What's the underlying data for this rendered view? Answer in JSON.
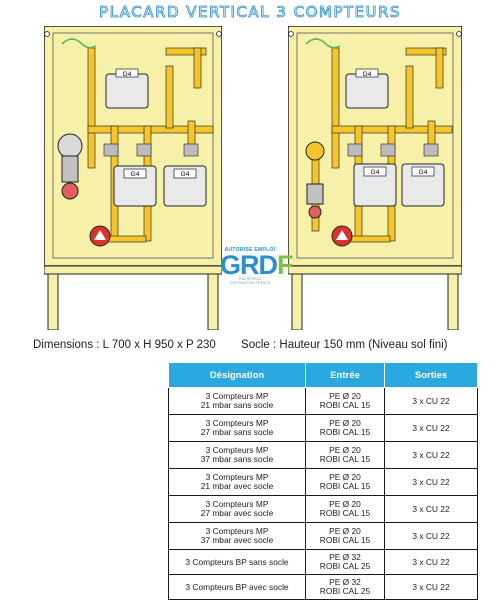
{
  "title": "PLACARD VERTICAL 3 COMPTEURS",
  "meter_label": "G4",
  "logo": {
    "top": "AUTORISE EMPLOI",
    "main_g": "G",
    "main_r": "R",
    "main_d": "D",
    "main_f": "F",
    "sub1": "GAZ RÉSEAU",
    "sub2": "DISTRIBUTION FRANCE"
  },
  "dimensions": {
    "size": "Dimensions : L 700 x H 950 x P 230",
    "socle": "Socle : Hauteur 150 mm (Niveau sol fini)"
  },
  "table": {
    "headers": [
      "Désignation",
      "Entrée",
      "Sorties"
    ],
    "rows": [
      {
        "d1": "3 Compteurs MP",
        "d2": "21 mbar sans socle",
        "e1": "PE Ø 20",
        "e2": "ROBI CAL 15",
        "s": "3 x CU 22"
      },
      {
        "d1": "3 Compteurs MP",
        "d2": "27 mbar sans socle",
        "e1": "PE Ø 20",
        "e2": "ROBI CAL 15",
        "s": "3 x CU 22"
      },
      {
        "d1": "3 Compteurs MP",
        "d2": "37 mbar sans socle",
        "e1": "PE Ø 20",
        "e2": "ROBI CAL 15",
        "s": "3 x CU 22"
      },
      {
        "d1": "3 Compteurs MP",
        "d2": "21 mbar avec socle",
        "e1": "PE Ø 20",
        "e2": "ROBI CAL 15",
        "s": "3 x CU 22"
      },
      {
        "d1": "3 Compteurs MP",
        "d2": "27 mbar avec socle",
        "e1": "PE Ø 20",
        "e2": "ROBI CAL 15",
        "s": "3 x CU 22"
      },
      {
        "d1": "3 Compteurs MP",
        "d2": "37 mbar avec socle",
        "e1": "PE Ø 20",
        "e2": "ROBI CAL 15",
        "s": "3 x CU 22"
      },
      {
        "d1": "3 Compteurs BP sans socle",
        "d2": "",
        "e1": "PE Ø 32",
        "e2": "ROBI CAL 25",
        "s": "3 x CU 22"
      },
      {
        "d1": "3 Compteurs BP avec socle",
        "d2": "",
        "e1": "PE Ø 32",
        "e2": "ROBI CAL 25",
        "s": "3 x CU 22"
      }
    ]
  },
  "colors": {
    "cabinet": "#f6f0a8",
    "pipe": "#f5c52a",
    "meter": "#e9e9e9",
    "title_outline": "#2a8fd0",
    "table_header": "#2aa8e0"
  }
}
